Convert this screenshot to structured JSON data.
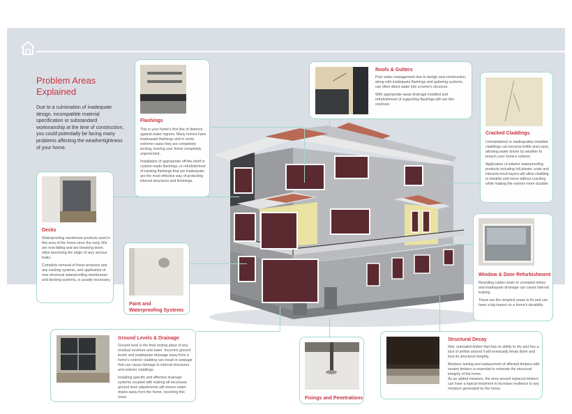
{
  "intro": {
    "title_line1": "Problem Areas",
    "title_line2": "Explained",
    "text": "Due to a culmination of inadequate design, incompatible material specification or substandard workmanship at the time of construction, you could potentially be facing many problems affecting the weathertightness of your home."
  },
  "flashings": {
    "title": "Flashings",
    "p1": "This is your home's first line of defence against water ingress. Many homes have inadequate flashings and in some extreme cases they are completely lacking, leaving your home completely unprotected.",
    "p2": "Installation of appropriate off-the-shelf or custom made flashings, or refurbishment of existing flashings that are inadequate, are the most effective way of protecting internal structures and finishings."
  },
  "roofs": {
    "title": "Roofs & Gutters",
    "p1": "Poor water management due to design and construction, along with inadequate flashings and guttering systems, can often direct water into a home's structure.",
    "p2": "With appropriate away-drainage installed and refurbishment of supporting flashings will see this resolved."
  },
  "claddings": {
    "title": "Cracked Claddings",
    "p1": "Unmaintained or inadequately installed claddings can become brittle and crack, allowing water driven by weather to breach your home's exterior.",
    "p2": "Application of exterior waterproofing products including full plaster coats and inbound mesh layers will allow cladding to breathe and move without cracking while making the exterior more durable."
  },
  "decks": {
    "title": "Decks",
    "p1": "Waterproofing membrane products used in this area of the home since the early 90s are now failing and are breaking down, often becoming the origin of very serious leaks.",
    "p2": "Complete removal of these products and any existing systems, and application of new structural waterproofing membranes and decking systems, is usually necessary."
  },
  "paint": {
    "title_line1": "Paint and",
    "title_line2": "Waterproofing Systems"
  },
  "windows": {
    "title": "Window & Door Refurbishment",
    "p1": "Receding rubber seals or unsealed mitres and inadequate drainage can cause internal leaking.",
    "p2": "These are the simplest areas to fix and can have a big impact on a home's durability."
  },
  "ground": {
    "title": "Ground Levels & Drainage",
    "p1": "Ground level is the final resting place of any residual moisture and water. Incorrect ground levels and inadequate drainage away from a home's exterior cladding can result in seepage that can cause damage to internal structures and exterior claddings.",
    "p2": "Installing specific and effective drainage systems coupled with making all necessary ground level adjustments will ensure water drains away from the home, resolving this issue."
  },
  "fixings": {
    "title": "Fixings and Penetrations"
  },
  "decay": {
    "title": "Structural Decay",
    "p1": "Wet, untreated timber that has no ability to dry and has a lack of airflow around it will eventually break down and lose its structural integrity.",
    "p2": "Moisture testing and replacement of affected timbers with treated timbers is essential to reinstate the structural integrity of the home.",
    "p3": "As an added measure, the area around replaced timbers can have a topical treatment to increase resilience to any moisture generated by the home."
  },
  "icons": {
    "home": "home-icon"
  },
  "colors": {
    "accent": "#c8303f",
    "card_border": "#9fd7cc",
    "band": "#dadfe6"
  }
}
